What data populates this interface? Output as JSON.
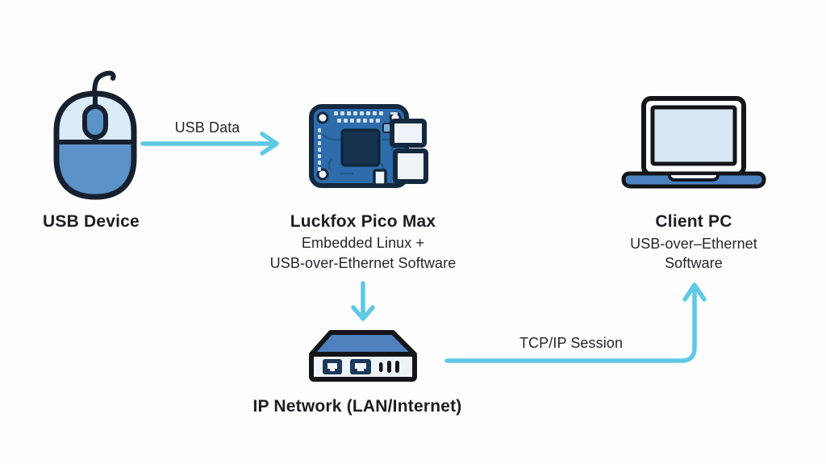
{
  "diagram_title": "USB-over-Ethernet data flow diagram",
  "nodes": {
    "usb_device": {
      "label": "USB Device",
      "icon": "mouse-icon"
    },
    "luckfox": {
      "label": "Luckfox Pico Max",
      "subline1": "Embedded Linux +",
      "subline2": "USB-over-Ethernet Software",
      "icon": "pcb-board-icon"
    },
    "client_pc": {
      "label": "Client PC",
      "subline1": "USB-over–Ethernet",
      "subline2": "Software",
      "icon": "laptop-icon"
    },
    "ip_network": {
      "label": "IP Network (LAN/Internet)",
      "icon": "router-icon"
    }
  },
  "edges": {
    "usb_data": {
      "label": "USB Data",
      "from": "usb_device",
      "to": "luckfox",
      "direction": "right"
    },
    "luckfox_to_network": {
      "label": "",
      "from": "luckfox",
      "to": "ip_network",
      "direction": "down"
    },
    "tcpip_session": {
      "label": "TCP/IP Session",
      "from": "ip_network",
      "to": "client_pc",
      "direction": "right-then-up"
    }
  },
  "colors": {
    "background": "#fdfdfd",
    "arrow_cyan": "#5fc9e6",
    "text_dark": "#1b1e23",
    "outline_dark": "#16202e",
    "mouse_top_light": "#dcebf8",
    "mouse_bottom_blue": "#5b93c9",
    "pcb_blue": "#2e6cab",
    "chip_navy": "#16324f",
    "connector_white": "#eef3f8",
    "router_top_blue": "#4e80bd",
    "router_face_light": "#eef3f8",
    "port_navy": "#1b3a5a",
    "laptop_screen_light": "#d7e7f6",
    "laptop_base_blue": "#4a82c0"
  }
}
